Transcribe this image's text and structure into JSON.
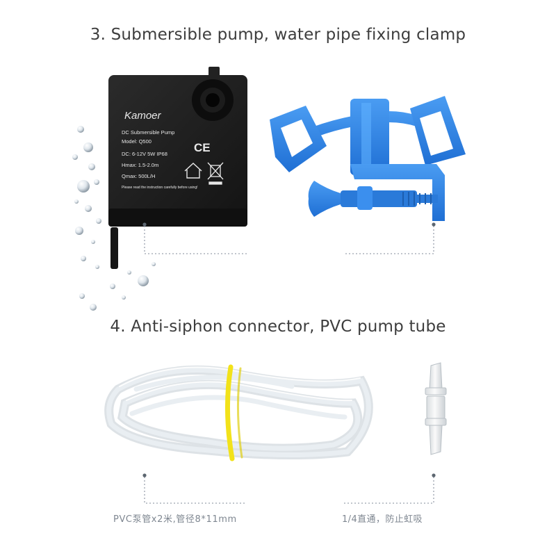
{
  "section3": {
    "title": "3. Submersible pump, water pipe fixing clamp"
  },
  "section4": {
    "title": "4. Anti-siphon connector, PVC pump tube"
  },
  "pump_label": {
    "brand": "Kamoer",
    "product": "DC Submersible Pump",
    "model": "Model: Q500",
    "spec1": "DC: 6-12V  5W  IP68",
    "spec2": "Hmax: 1.5-2.0m",
    "spec3": "Qmax: 500L/H",
    "ce": "CE",
    "notice": "Please read the instruction carefully before using!"
  },
  "captions": {
    "tube": "PVC泵管x2米,管径8*11mm",
    "connector": "1/4直通，防止虹吸"
  },
  "colors": {
    "clamp_blue": "#2f86e6",
    "pump_black": "#1e1e1e",
    "band_yellow": "#f2e21a",
    "leader_line": "#9aa2ad"
  }
}
